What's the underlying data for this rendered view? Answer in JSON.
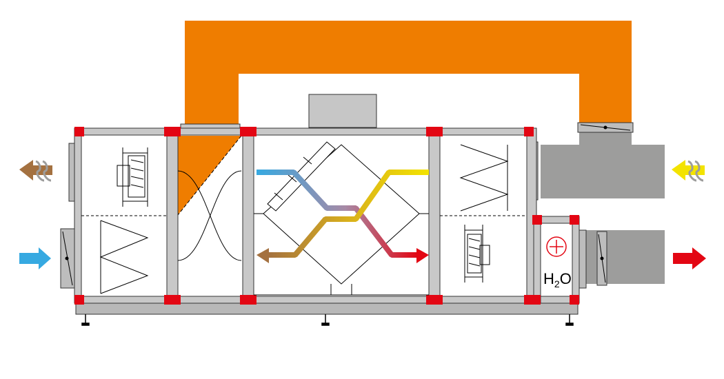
{
  "diagram": {
    "water_heater_label": {
      "base": "H",
      "sub": "2",
      "tail": "O"
    },
    "components": [
      "exhaust-air-outlet",
      "outdoor-air-inlet",
      "exhaust-fan",
      "supply-air-filter",
      "recirculation-bypass-damper",
      "heat-recovery-exchanger",
      "extract-air-filter",
      "supply-fan",
      "water-heating-coil",
      "recirculation-duct",
      "extract-air-inlet",
      "supply-air-outlet"
    ],
    "air_streams": [
      {
        "name": "exhaust",
        "color": "#a47140"
      },
      {
        "name": "outdoor",
        "color": "#36a9e1"
      },
      {
        "name": "extract",
        "color": "#f0e000"
      },
      {
        "name": "supply",
        "color": "#e30613"
      }
    ],
    "colors": {
      "recirculation_duct": "#ef7d00",
      "casing_corner": "#e30613",
      "frame": "#c8c8c8",
      "duct_grey": "#9d9d9c"
    }
  }
}
